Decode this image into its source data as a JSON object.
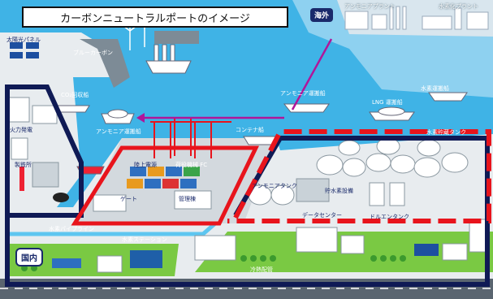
{
  "title": "カーボンニュートラルポートのイメージ",
  "badges": {
    "overseas": "海外",
    "domestic": "国内"
  },
  "labels": {
    "ammonia_plant": "アンモニアプラント",
    "hydrogen_plant": "水素化プラント",
    "solar_panel": "太陽光パネル",
    "blue_carbon": "ブルーカーボン",
    "co2_ship": "CO₂回収船",
    "ammonia_carrier": "アンモニア運搬船",
    "ammonia_ship_2": "アンモニア運搬船",
    "lng_carrier": "LNG 運搬船",
    "hydrogen_carrier": "水素運搬船",
    "container_ship": "コンテナ船",
    "hydrogen_tank": "水素貯蔵タンク",
    "thermal_power": "火力発電",
    "steel_works": "製鉄所",
    "shore_power": "陸上電源",
    "gate": "ゲート",
    "warehouse": "管理棟",
    "ammonia_tank": "アンモニアタンク",
    "hydrogen_storage": "貯水素設備",
    "data_center": "データセンター",
    "dry_tank": "ドルエンタンク",
    "pipeline": "水素パイプライン",
    "h2_station": "水素ステーション",
    "cold_storage": "冷熱配管",
    "container_yard": "荷役機械 FC"
  },
  "colors": {
    "sea": "#3fb3e6",
    "land": "#e8ecef",
    "grass": "#7ac943",
    "road": "#5a6570",
    "navy": "#0f1a55",
    "red": "#e8141c",
    "arrow": "#b0169a"
  }
}
